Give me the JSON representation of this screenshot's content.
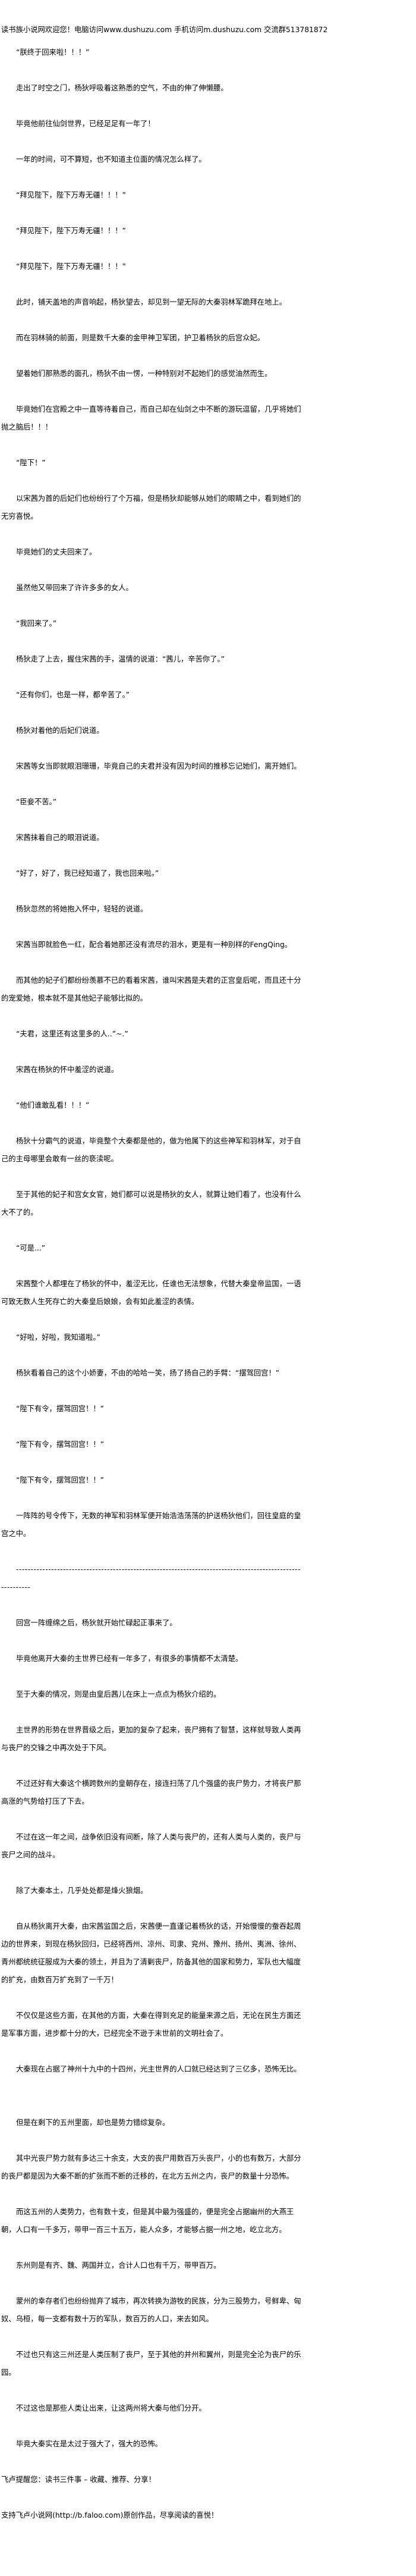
{
  "header": {
    "text": "读书族小说网欢迎您！电脑访问www.dushuzu.com 手机访问m.dushuzu.com 交流群513781872"
  },
  "paragraphs": [
    "“朕终于回来啦！！！”",
    "走出了时空之门，杨狄呼吸着这熟悉的空气，不由的伸了伸懒腰。",
    "毕竟他前往仙剑世界，已经足足有一年了！",
    "一年的时间，可不算短，也不知道主位面的情况怎么样了。",
    "“拜见陛下，陛下万寿无疆！！！”",
    "“拜见陛下，陛下万寿无疆！！！”",
    "“拜见陛下，陛下万寿无疆！！！”",
    "此时，铺天盖地的声音响起，杨狄望去，却见到一望无际的大秦羽林军跪拜在地上。",
    "而在羽林骑的前面，则是数千大秦的金甲神卫军团，护卫着杨狄的后宫众妃。",
    "望着她们那熟悉的面孔，杨狄不由一愣，一种特别对不起她们的感觉油然而生。",
    "毕竟她们在宫殿之中一直等待着自己，而自己却在仙剑之中不断的游玩逗留，几乎将她们抛之脑后！！！",
    "“陛下！”",
    "以宋茜为首的后妃们也纷纷行了个万福，但是杨狄却能够从她们的眼睛之中，看到她们的无穷喜悦。",
    "毕竟她们的丈夫回来了。",
    "虽然他又带回来了许许多多的女人。",
    "“我回来了。”",
    "杨狄走了上去，握住宋茜的手，温情的说道：“茜儿，辛苦你了。”",
    "“还有你们，也是一样，都辛苦了。”",
    "杨狄对着他的后妃们说道。",
    "宋茜等女当即就眼泪珊珊，毕竟自己的夫君并没有因为时间的推移忘记她们，离开她们。",
    "“臣妾不苦。”",
    "宋茜抹着自己的眼泪说道。",
    "“好了，好了，我已经知道了，我也回来啦。”",
    "杨狄忽然的将她抱入怀中，轻轻的说道。",
    "宋茜当即就脸色一红，配合着她那还没有流尽的泪水，更是有一种别样的FengQing。",
    "而其他的妃子们都纷纷羡慕不已的看着宋茜，谁叫宋茜是夫君的正宫皇后呢，而且还十分的宠爱她，根本就不是其他妃子能够比拟的。",
    "“夫君，这里还有这里多的人..”~.”",
    "宋茜在杨狄的怀中羞涩的说道。",
    "“他们谁敢乱看！！！”",
    "杨狄十分霸气的说道，毕竟整个大秦都是他的，做为他属下的这些神军和羽林军，对于自己的主母哪里会敢有一丝的亵渎呢。",
    "至于其他的妃子和宫女女官，她们都可以说是杨狄的女人，就算让她们看了，也没有什么大不了的。",
    "“可是...”",
    "宋茜整个人都埋在了杨狄的怀中，羞涩无比，任谁也无法想象，代替大秦皇帝监国，一语可致无数人生死存亡的大秦皇后娘娘，会有如此羞涩的表情。",
    "“好啦，好啦，我知道啦。”",
    "杨狄看着自己的这个小娇妻，不由的哈哈一笑，扬了扬自己的手臂：“摆驾回宫！”",
    "“陛下有令，摆驾回宫！！”",
    "“陛下有令，摆驾回宫！！”",
    "“陛下有令，摆驾回宫！！”",
    "一阵阵的号令传下，无数的神军和羽林军便开始浩浩荡荡的护送杨狄他们，回往皇庭的皇宫之中。",
    "-----------------------------------------------------------------------------------------------------------",
    "回宫一阵缠绵之后，杨狄就开始忙碌起正事来了。",
    "毕竟他离开大秦的主世界已经有一年多了，有很多的事情都不太清楚。",
    "至于大秦的情况，则是由皇后茜儿在床上一点点为杨狄介绍的。",
    "主世界的形势在世界晋级之后，更加的复杂了起来，丧尸拥有了智慧，这样就导致人类再与丧尸的交锋之中再次处于下风。",
    "不过还好有大秦这个横跨数州的皇朝存在，接连扫荡了几个强盛的丧尸势力，才将丧尸那高涨的气势给打压了下去。",
    "不过在这一年之间，战争依旧没有间断，除了人类与丧尸的，还有人类与人类的，丧尸与丧尸之间的战斗。",
    "除了大秦本土，几乎处处都是烽火狼烟。",
    "自从杨狄离开大秦，由宋茜监国之后，宋茜便一直谨记着杨狄的话，开始慢慢的蚕吞起周边的世界来，到现在杨狄回归，已经将西州、凉州、司隶、兖州、豫州、扬州、夷洲、徐州、青州都统统征服成为大秦的领土，并且为了清剿丧尸，防备其他的国家和势力，军队也大幅度的扩充，由数百万扩充到了一千万！",
    "不仅仅是这些方面，在其他的方面，大秦在得到充足的能量来源之后，无论在民生方面还是军事方面，进步都十分的大，已经完全不逊于末世前的文明社会了。",
    "大秦现在占据了神州十九中的十四州，光主世界的人口就已经达到了三亿多，恐怖无比。",
    "但是在剩下的五州里面，却也是势力错综复杂。",
    "其中光丧尸势力就有多达三十余支，大支的丧尸用数百万头丧尸，小的也有数万，大部分的丧尸都是因为大秦不断的扩张而不断的迁移的，在北方五州之内，丧尸的数量十分恐怖。",
    "而这五州的人类势力，也有数十支，但是其中最为强盛的，便是完全占据幽州的大燕王朝，人口有一千多万，带甲一百三十五万，能人众多，才能够占据一州之地，屹立北方。",
    "东州则是有齐、魏、两国并立，合计人口也有千万，带甲百万。",
    "蒙州的幸存者们也纷纷抛弃了城市，再次转换为游牧的民族，分为三股势力，号鲜卑、匈奴、乌桓，每一支都有数十万的军队，数百万的人口，来去如风。",
    "不过也只有这三州还是人类压制了丧尸，至于其他的并州和翼州，则是完全沦为丧尸的乐园。",
    "不过这也是那些人类让出来，让这两州将大秦与他们分开。",
    "毕竟大秦实在是太过于强大了，强大的恐怖。"
  ],
  "footer": {
    "reminder": "飞卢提醒您：读书三件事 – 收藏、推荐、分享！",
    "support": "支持飞卢小说网(http://b.faloo.com)原创作品，尽享阅读的喜悦！"
  }
}
